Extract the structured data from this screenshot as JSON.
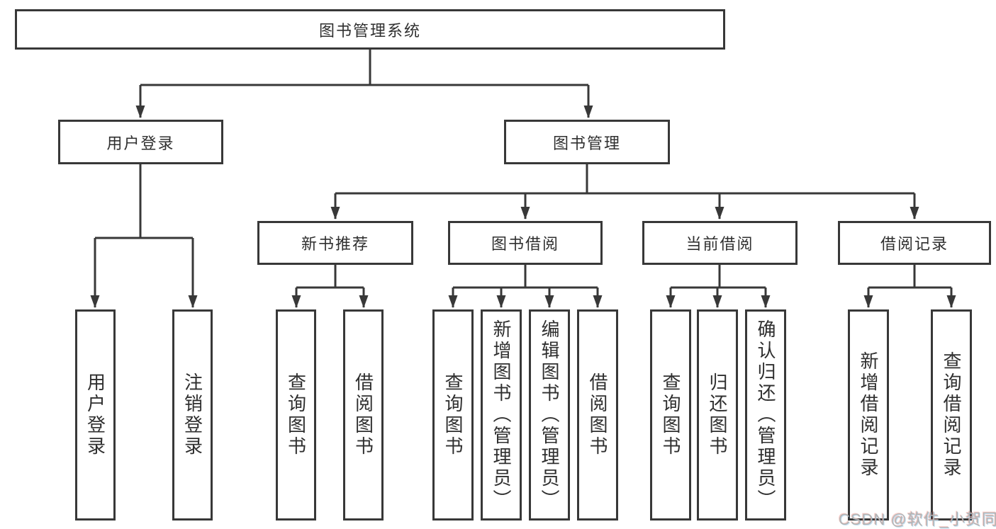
{
  "diagram": {
    "type": "hierarchy-tree",
    "line_color": "#383838",
    "box_background": "#ffffff",
    "text_color": "#2f2f2f"
  },
  "tree": {
    "label": "图书管理系统",
    "children": [
      {
        "label": "用户登录",
        "children": [
          {
            "label": "用户登录"
          },
          {
            "label": "注销登录"
          }
        ]
      },
      {
        "label": "图书管理",
        "children": [
          {
            "label": "新书推荐",
            "children": [
              {
                "label": "查询图书"
              },
              {
                "label": "借阅图书"
              }
            ]
          },
          {
            "label": "图书借阅",
            "children": [
              {
                "label": "查询图书"
              },
              {
                "label": "新增图书（管理员）"
              },
              {
                "label": "编辑图书（管理员）"
              },
              {
                "label": "借阅图书"
              }
            ]
          },
          {
            "label": "当前借阅",
            "children": [
              {
                "label": "查询图书"
              },
              {
                "label": "归还图书"
              },
              {
                "label": "确认归还（管理员）"
              }
            ]
          },
          {
            "label": "借阅记录",
            "children": [
              {
                "label": "新增借阅记录"
              },
              {
                "label": "查询借阅记录"
              }
            ]
          }
        ]
      }
    ]
  },
  "watermark": {
    "text": "CSDN @软件_小贺同学",
    "color": "#b4b4b4"
  }
}
